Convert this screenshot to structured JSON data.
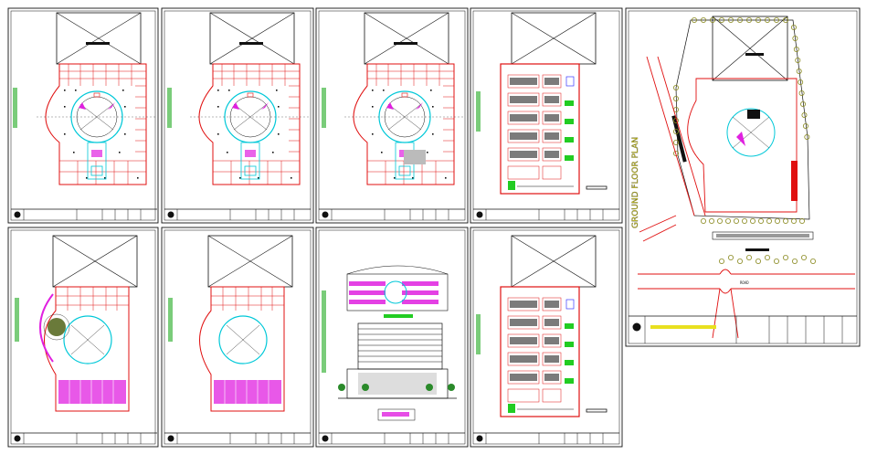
{
  "document": {
    "type": "architectural drawing sheet set",
    "background": "#ffffff"
  },
  "colors": {
    "frame": "#111111",
    "wall_red": "#e01010",
    "accent_cyan": "#00c8d8",
    "accent_green": "#22cc22",
    "accent_magenta": "#e020e0",
    "label_green": "#22aa22",
    "label_yellow": "#e8e020",
    "tree_olive": "#8a8a20"
  },
  "sheets": [
    {
      "id": "s1",
      "kind": "floor-plan"
    },
    {
      "id": "s2",
      "kind": "floor-plan"
    },
    {
      "id": "s3",
      "kind": "floor-plan"
    },
    {
      "id": "s4",
      "kind": "parking-plan"
    },
    {
      "id": "s5",
      "kind": "site-plan",
      "road_label": "GROUND FLOOR PLAN",
      "road_text": "ROAD"
    },
    {
      "id": "s6",
      "kind": "floor-plan-variant"
    },
    {
      "id": "s7",
      "kind": "floor-plan-variant"
    },
    {
      "id": "s8",
      "kind": "elevation"
    },
    {
      "id": "s9",
      "kind": "parking-plan"
    }
  ]
}
